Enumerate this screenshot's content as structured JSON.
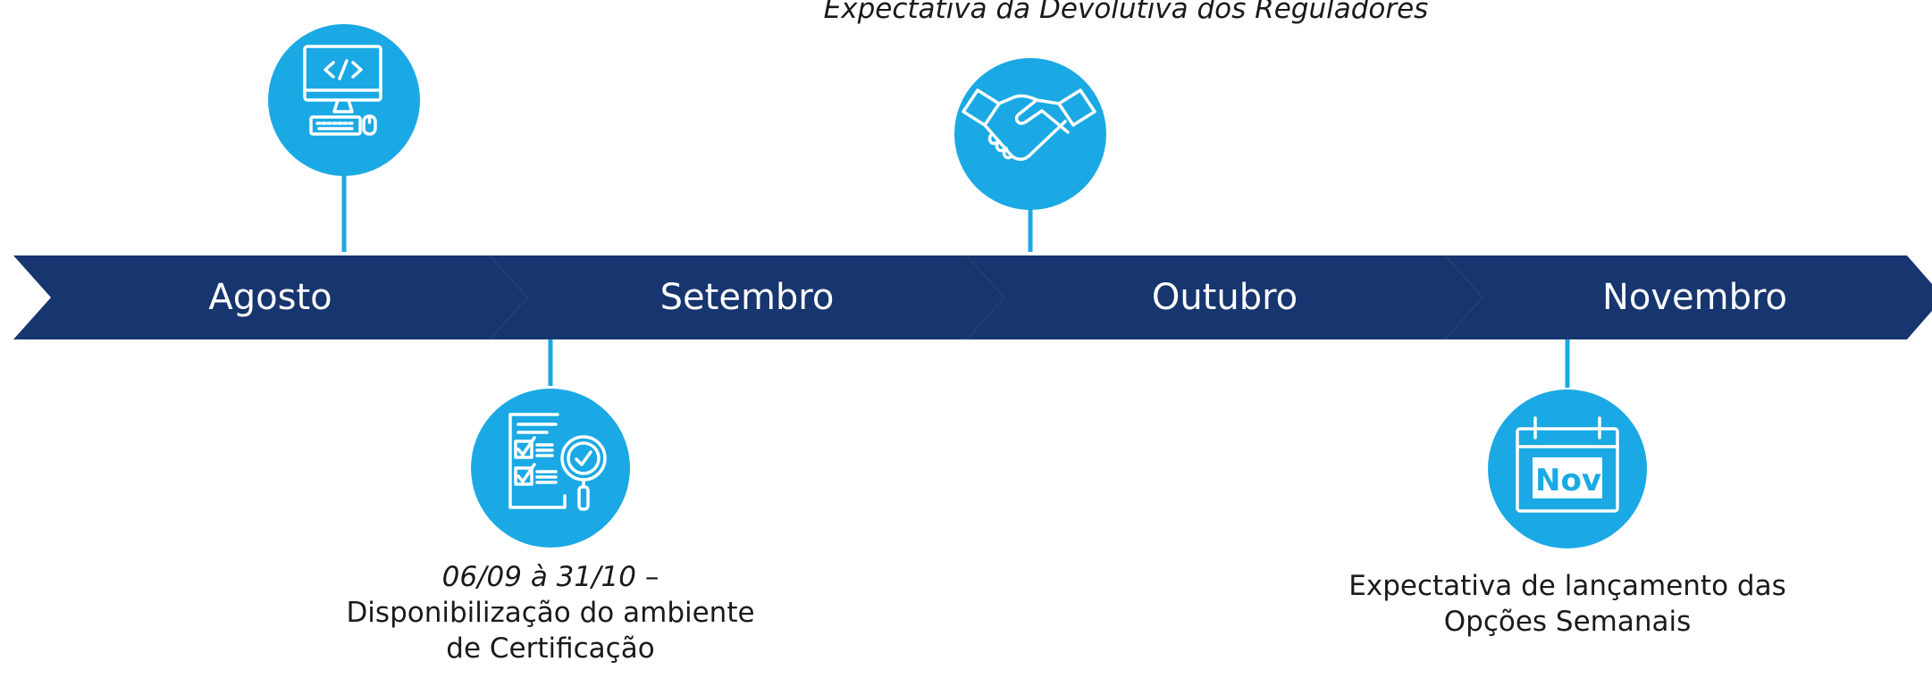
{
  "top_caption": "Expectativa da Devolutiva dos Reguladores",
  "months": [
    {
      "label": "Agosto"
    },
    {
      "label": "Setembro"
    },
    {
      "label": "Outubro"
    },
    {
      "label": "Novembro"
    }
  ],
  "milestones": {
    "certification": {
      "date": "06/09 à 31/10",
      "separator": "–",
      "line1": "Disponibilização do ambiente",
      "line2": "de Certificação"
    },
    "launch": {
      "icon_text": "Nov",
      "line1": "Expectativa de lançamento das",
      "line2": "Opções Semanais"
    }
  },
  "icons": [
    "computer-code-icon",
    "handshake-icon",
    "checklist-magnifier-icon",
    "calendar-icon"
  ],
  "colors": {
    "chevron": "#17356e",
    "circle": "#1aa9e4",
    "icon_stroke": "#ffffff",
    "text": "#1a1a1a"
  }
}
